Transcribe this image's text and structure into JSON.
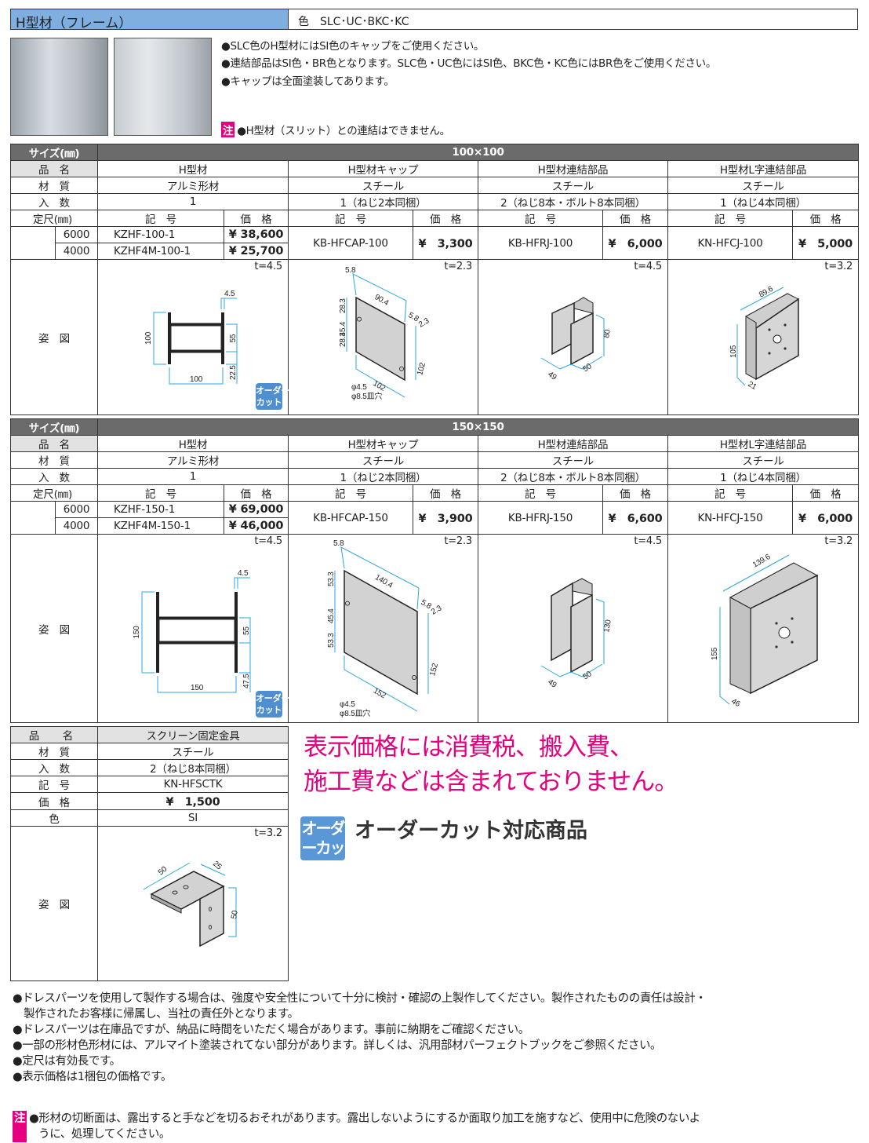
{
  "header": {
    "title": "H型材（フレーム）",
    "color_label": "色　SLC･UC･BKC･KC"
  },
  "notes": [
    "●SLC色のH型材にはSI色のキャップをご使用ください。",
    "●連結部品はSI色・BR色となります。SLC色・UC色にはSI色、BKC色・KC色にはBR色をご使用ください。",
    "●キャップは全面塗装してあります。"
  ],
  "caution_mark": "注",
  "caution": "●H型材（スリット）との連結はできません。",
  "labels": {
    "size": "サイズ(㎜)",
    "name": "品　名",
    "material": "材　質",
    "qty": "入　数",
    "length": "定尺(㎜)",
    "code": "記　号",
    "price": "価　格",
    "figure": "姿　図",
    "color": "色"
  },
  "order_cut_badge": "オーダーカット",
  "blocks": [
    {
      "size": "100×100",
      "products": [
        {
          "name": "H型材",
          "material": "アルミ形材",
          "qty": "1",
          "thickness": "t=4.5",
          "order_cut": true,
          "variants": [
            {
              "length": "6000",
              "code": "KZHF-100-1",
              "price": "¥ 38,600"
            },
            {
              "length": "4000",
              "code": "KZHF4M-100-1",
              "price": "¥ 25,700"
            }
          ],
          "dims": [
            "4.5",
            "100",
            "55",
            "22.5",
            "100"
          ]
        },
        {
          "name": "H型材キャップ",
          "material": "スチール",
          "qty": "1（ねじ2本同梱）",
          "code": "KB-HFCAP-100",
          "price": "¥　3,300",
          "thickness": "t=2.3",
          "dims": [
            "5.8",
            "90.4",
            "5.8",
            "2.3",
            "28.3",
            "45.4",
            "28.3",
            "102",
            "102",
            "φ4.5",
            "φ8.5皿穴"
          ]
        },
        {
          "name": "H型材連結部品",
          "material": "スチール",
          "qty": "2（ねじ8本・ボルト8本同梱）",
          "code": "KB-HFRJ-100",
          "price": "¥　6,000",
          "thickness": "t=4.5",
          "dims": [
            "49",
            "50",
            "80"
          ]
        },
        {
          "name": "H型材L字連結部品",
          "material": "スチール",
          "qty": "1（ねじ4本同梱）",
          "code": "KN-HFCJ-100",
          "price": "¥　5,000",
          "thickness": "t=3.2",
          "dims": [
            "89.6",
            "105",
            "21"
          ]
        }
      ]
    },
    {
      "size": "150×150",
      "products": [
        {
          "name": "H型材",
          "material": "アルミ形材",
          "qty": "1",
          "thickness": "t=4.5",
          "order_cut": true,
          "variants": [
            {
              "length": "6000",
              "code": "KZHF-150-1",
              "price": "¥ 69,000"
            },
            {
              "length": "4000",
              "code": "KZHF4M-150-1",
              "price": "¥ 46,000"
            }
          ],
          "dims": [
            "4.5",
            "150",
            "55",
            "47.5",
            "150"
          ]
        },
        {
          "name": "H型材キャップ",
          "material": "スチール",
          "qty": "1（ねじ2本同梱）",
          "code": "KB-HFCAP-150",
          "price": "¥　3,900",
          "thickness": "t=2.3",
          "dims": [
            "5.8",
            "140.4",
            "5.8",
            "2.3",
            "53.3",
            "45.4",
            "53.3",
            "152",
            "152",
            "φ4.5",
            "φ8.5皿穴"
          ]
        },
        {
          "name": "H型材連結部品",
          "material": "スチール",
          "qty": "2（ねじ8本・ボルト8本同梱）",
          "code": "KB-HFRJ-150",
          "price": "¥　6,600",
          "thickness": "t=4.5",
          "dims": [
            "49",
            "50",
            "130"
          ]
        },
        {
          "name": "H型材L字連結部品",
          "material": "スチール",
          "qty": "1（ねじ4本同梱）",
          "code": "KN-HFCJ-150",
          "price": "¥　6,000",
          "thickness": "t=3.2",
          "dims": [
            "139.6",
            "155",
            "46"
          ]
        }
      ]
    }
  ],
  "screen_bracket": {
    "name": "スクリーン固定金具",
    "material": "スチール",
    "qty": "2（ねじ8本同梱）",
    "code": "KN-HFSCTK",
    "price": "¥　1,500",
    "color": "SI",
    "thickness": "t=3.2",
    "dims": [
      "50",
      "25",
      "50"
    ]
  },
  "tax_notice": [
    "表示価格には消費税、搬入費、",
    "施工費などは含まれておりません。"
  ],
  "order_cut_title": "オーダーカット対応商品",
  "footnotes": [
    "●ドレスパーツを使用して製作する場合は、強度や安全性について十分に検討・確認の上製作してください。製作されたものの責任は設計・",
    "　製作されたお客様に帰属し、当社の責任外となります。",
    "●ドレスパーツは在庫品ですが、納品に時間をいただく場合があります。事前に納期をご確認ください。",
    "●一部の形材色形材には、アルマイト塗装されてない部分があります。詳しくは、汎用部材パーフェクトブックをご参照ください。",
    "●定尺は有効長です。",
    "●表示価格は1梱包の価格です。"
  ],
  "bottom_caution": [
    "●形材の切断面は、露出すると手などを切るおそれがあります。露出しないようにするか面取り加工を施すなど、使用中に危険のないよ",
    "うに、処理してください。"
  ],
  "colors": {
    "title_bg": "#7fafe0",
    "header_bg": "#6b6b6b",
    "label_bg": "#e2e2e2",
    "accent": "#e4007f",
    "dim_line": "#29a8e0",
    "order_cut": "#5a97d6"
  }
}
